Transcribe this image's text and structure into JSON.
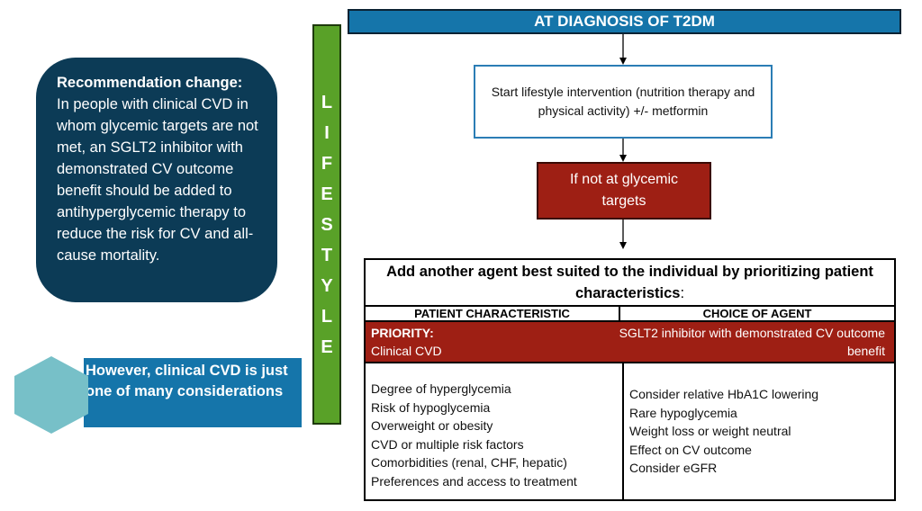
{
  "recommendation": {
    "heading": "Recommendation change:",
    "body": "In people with clinical CVD in whom glycemic targets are not met, an SGLT2 inhibitor with demonstrated CV outcome benefit should be added to antihyperglycemic therapy to reduce the risk for CV and all-cause mortality."
  },
  "note": "However, clinical CVD  is just one of many considerations",
  "lifestyle_letters": [
    "L",
    "I",
    "F",
    "E",
    "S",
    "T",
    "Y",
    "L",
    "E"
  ],
  "flow": {
    "header": "AT DIAGNOSIS OF T2DM",
    "lifestyle_box": "Start lifestyle intervention (nutrition therapy and physical activity) +/- metformin",
    "targets_box": "If not at glycemic targets"
  },
  "table": {
    "title_main": "Add another agent best suited to the individual by prioritizing patient characteristics",
    "title_tail": ":",
    "col_patient": "PATIENT CHARACTERISTIC",
    "col_agent": "CHOICE OF AGENT",
    "priority_label": "PRIORITY:",
    "priority_value": "Clinical CVD",
    "priority_agent": "SGLT2 inhibitor with demonstrated CV outcome benefit",
    "characteristics": [
      "Degree of hyperglycemia",
      "Risk of hypoglycemia",
      "Overweight or obesity",
      "CVD or multiple risk factors",
      "Comorbidities (renal, CHF, hepatic)",
      "Preferences and access to treatment"
    ],
    "agent_considerations": [
      "Consider relative HbA1C lowering",
      "Rare hypoglycemia",
      "Weight loss or weight neutral",
      "Effect on CV outcome",
      "Consider eGFR"
    ]
  },
  "colors": {
    "navy": "#0c3b56",
    "blue": "#1575aa",
    "green": "#59a128",
    "red": "#9e1f14",
    "hexagon": "#77c0c8"
  }
}
